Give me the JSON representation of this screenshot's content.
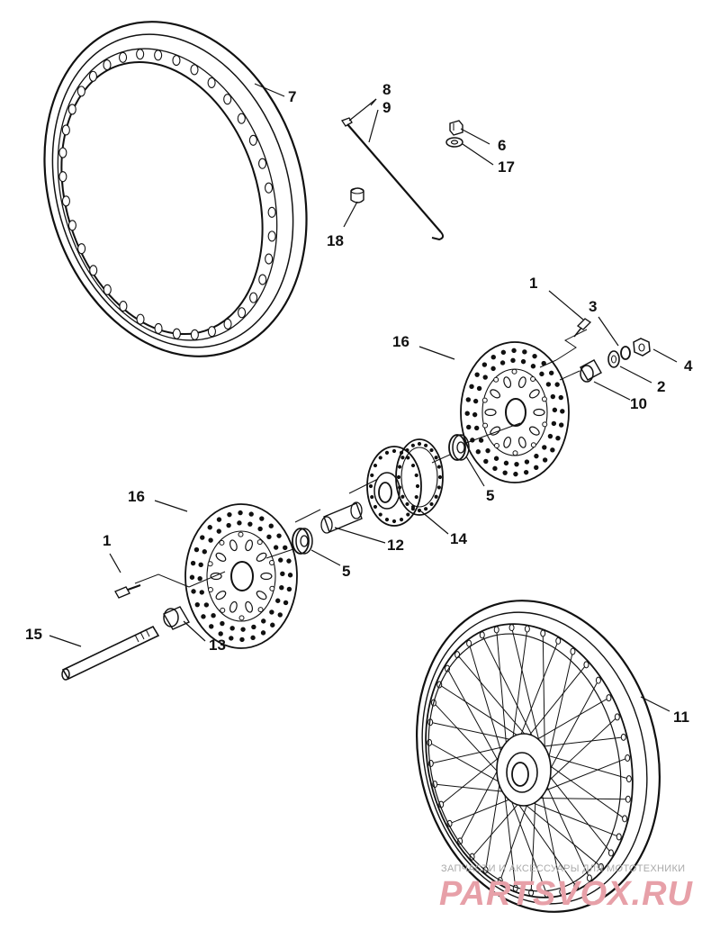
{
  "callouts": {
    "c1a": "1",
    "c1b": "1",
    "c2": "2",
    "c3": "3",
    "c4": "4",
    "c5a": "5",
    "c5b": "5",
    "c6": "6",
    "c7": "7",
    "c8": "8",
    "c9": "9",
    "c10": "10",
    "c11": "11",
    "c12": "12",
    "c13": "13",
    "c14": "14",
    "c15": "15",
    "c16a": "16",
    "c16b": "16",
    "c17": "17",
    "c18": "18"
  },
  "watermark": {
    "caption": "ЗАПЧАСТИ И АКСЕССУАРЫ ДЛЯ МОТОТЕХНИКИ",
    "brand": "PARTSVOX.RU"
  },
  "colors": {
    "line": "#111111",
    "watermark_brand": "#e7a0a8",
    "watermark_caption": "#aaaaaa"
  }
}
